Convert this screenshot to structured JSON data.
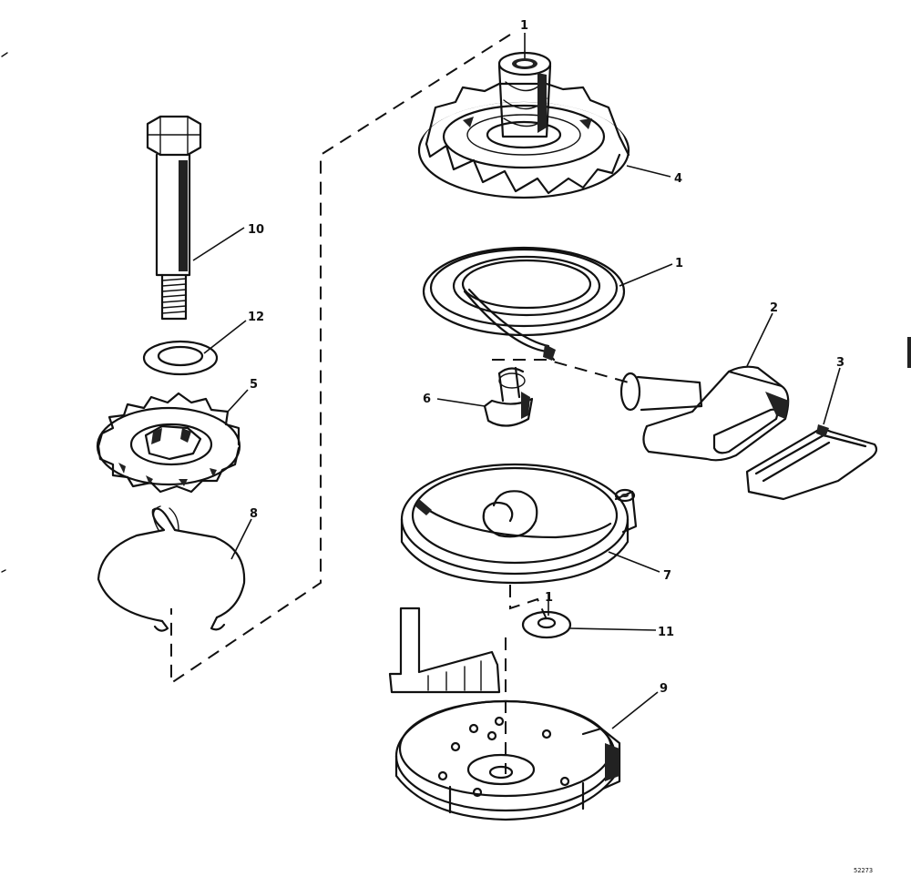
{
  "callouts": {
    "c1_top": "1",
    "c4": "4",
    "c1_spring": "1",
    "c2": "2",
    "c3": "3",
    "c6": "6",
    "c7": "7",
    "c1_lower": "1",
    "c11": "11",
    "c9": "9",
    "c10": "10",
    "c12": "12",
    "c5": "5",
    "c8": "8"
  },
  "figure_id": "52273"
}
